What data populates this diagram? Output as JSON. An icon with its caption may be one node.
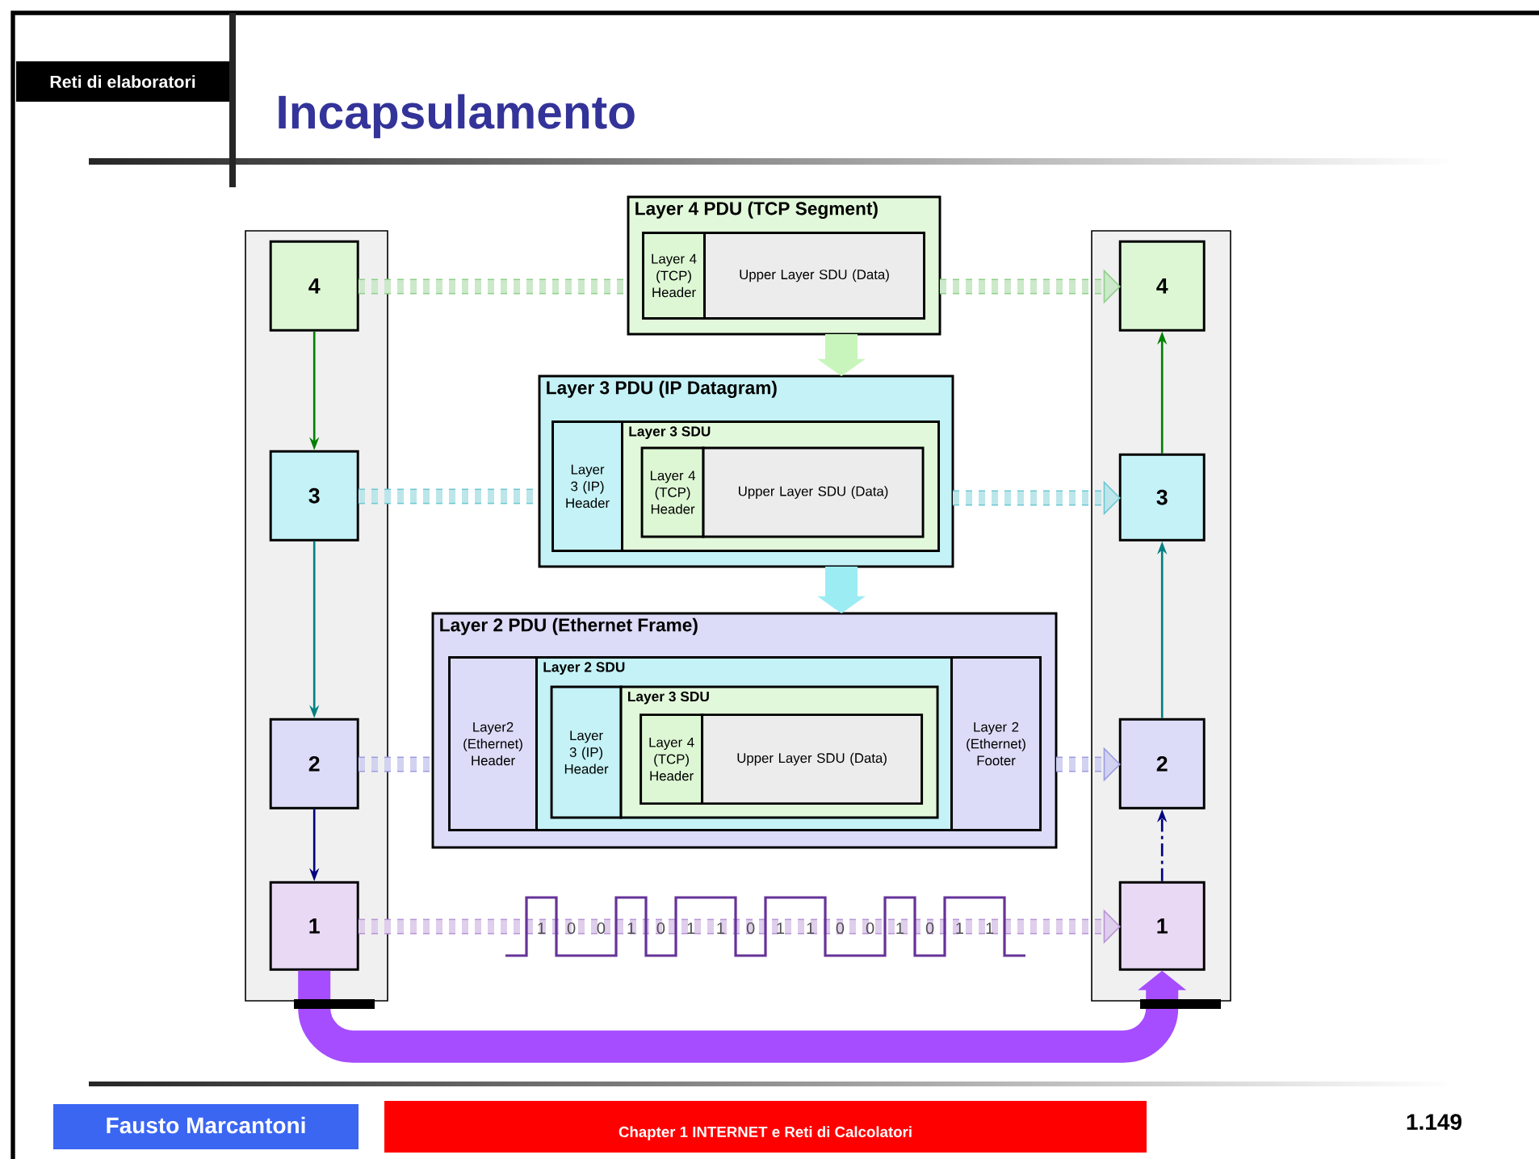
{
  "diagram": {
    "title": "Incapsulamento",
    "nodes": [
      {
        "text": [],
        "shape": "box"
      },
      {
        "text": [
          "4"
        ],
        "in": 0
      },
      {
        "text": [
          "3"
        ],
        "in": 0
      },
      {
        "text": [
          "2"
        ],
        "in": 0
      },
      {
        "text": [
          "1"
        ],
        "in": 0
      },
      {
        "text": [],
        "shape": "box"
      },
      {
        "text": [
          "4"
        ],
        "in": 5
      },
      {
        "text": [
          "3"
        ],
        "in": 5
      },
      {
        "text": [
          "2"
        ],
        "in": 5
      },
      {
        "text": [
          "1"
        ],
        "in": 5
      },
      {
        "text": [
          "Layer 4 PDU (TCP Segment)"
        ]
      },
      {
        "text": [
          "Layer 4 (TCP) Header"
        ],
        "in": 10
      },
      {
        "text": [
          "Upper Layer SDU (Data)"
        ],
        "in": 10
      },
      {
        "text": [
          "Layer 3 PDU (IP Datagram)"
        ]
      },
      {
        "text": [
          "Layer 3 (IP) Header"
        ],
        "in": 13
      },
      {
        "text": [
          "Layer 3 SDU"
        ],
        "in": 13
      },
      {
        "text": [
          "Layer 4 (TCP) Header"
        ],
        "in": 15
      },
      {
        "text": [
          "Upper Layer SDU (Data)"
        ],
        "in": 15
      },
      {
        "text": [
          "Layer 2 PDU (Ethernet Frame)"
        ]
      },
      {
        "text": [
          "Layer2 (Ethernet) Header"
        ],
        "in": 18
      },
      {
        "text": [
          "Layer 2 SDU"
        ],
        "in": 18
      },
      {
        "text": [
          "Layer 3 (IP) Header"
        ],
        "in": 20
      },
      {
        "text": [
          "Layer 3 SDU"
        ],
        "in": 20
      },
      {
        "text": [
          "Layer 4 (TCP) Header"
        ],
        "in": 22
      },
      {
        "text": [
          "Upper Layer SDU (Data)"
        ],
        "in": 22
      },
      {
        "text": [
          "Layer 2 (Ethernet) Footer"
        ],
        "in": 18
      }
    ],
    "edges": [
      {
        "from": 1,
        "to": 2,
        "arrow": "to",
        "color": "#008000"
      },
      {
        "from": 2,
        "to": 3,
        "arrow": "to",
        "color": "#008080"
      },
      {
        "from": 3,
        "to": 4,
        "arrow": "to",
        "color": "#000080"
      },
      {
        "from": 9,
        "to": 8,
        "arrow": "to",
        "style": "dashed",
        "color": "#000080"
      },
      {
        "from": 8,
        "to": 7,
        "arrow": "to",
        "color": "#008080"
      },
      {
        "from": 7,
        "to": 6,
        "arrow": "to",
        "color": "#008000"
      },
      {
        "from": 1,
        "to": 10,
        "arrow": "none",
        "style": "dashed",
        "color": "#8fd08a"
      },
      {
        "from": 10,
        "to": 6,
        "arrow": "to",
        "style": "dashed",
        "color": "#8fd08a"
      },
      {
        "from": 2,
        "to": 13,
        "arrow": "none",
        "style": "dashed",
        "color": "#6cc8d2"
      },
      {
        "from": 13,
        "to": 7,
        "arrow": "to",
        "style": "dashed",
        "color": "#6cc8d2"
      },
      {
        "from": 3,
        "to": 18,
        "arrow": "none",
        "style": "dashed",
        "color": "#9c9ce0"
      },
      {
        "from": 18,
        "to": 8,
        "arrow": "to",
        "style": "dashed",
        "color": "#9c9ce0"
      },
      {
        "from": 4,
        "to": 9,
        "arrow": "to",
        "style": "dashed",
        "color": "#b894d6"
      },
      {
        "from": 10,
        "to": 13,
        "arrow": "to",
        "style": "thick",
        "color": "#c8f5bc"
      },
      {
        "from": 13,
        "to": 18,
        "arrow": "to",
        "style": "thick",
        "color": "#9cecf4"
      },
      {
        "from": 4,
        "to": 9,
        "arrow": "to",
        "style": "thick",
        "color": "#a64dff"
      }
    ],
    "labels": [
      "Reti di elaboratori",
      "1",
      "0",
      "0",
      "1",
      "0",
      "1",
      "1",
      "0",
      "1",
      "1",
      "0",
      "0",
      "1",
      "0",
      "1",
      "1",
      "Fausto Marcantoni",
      "Chapter 1 INTERNET e Reti di Calcolatori",
      "1.149"
    ]
  }
}
